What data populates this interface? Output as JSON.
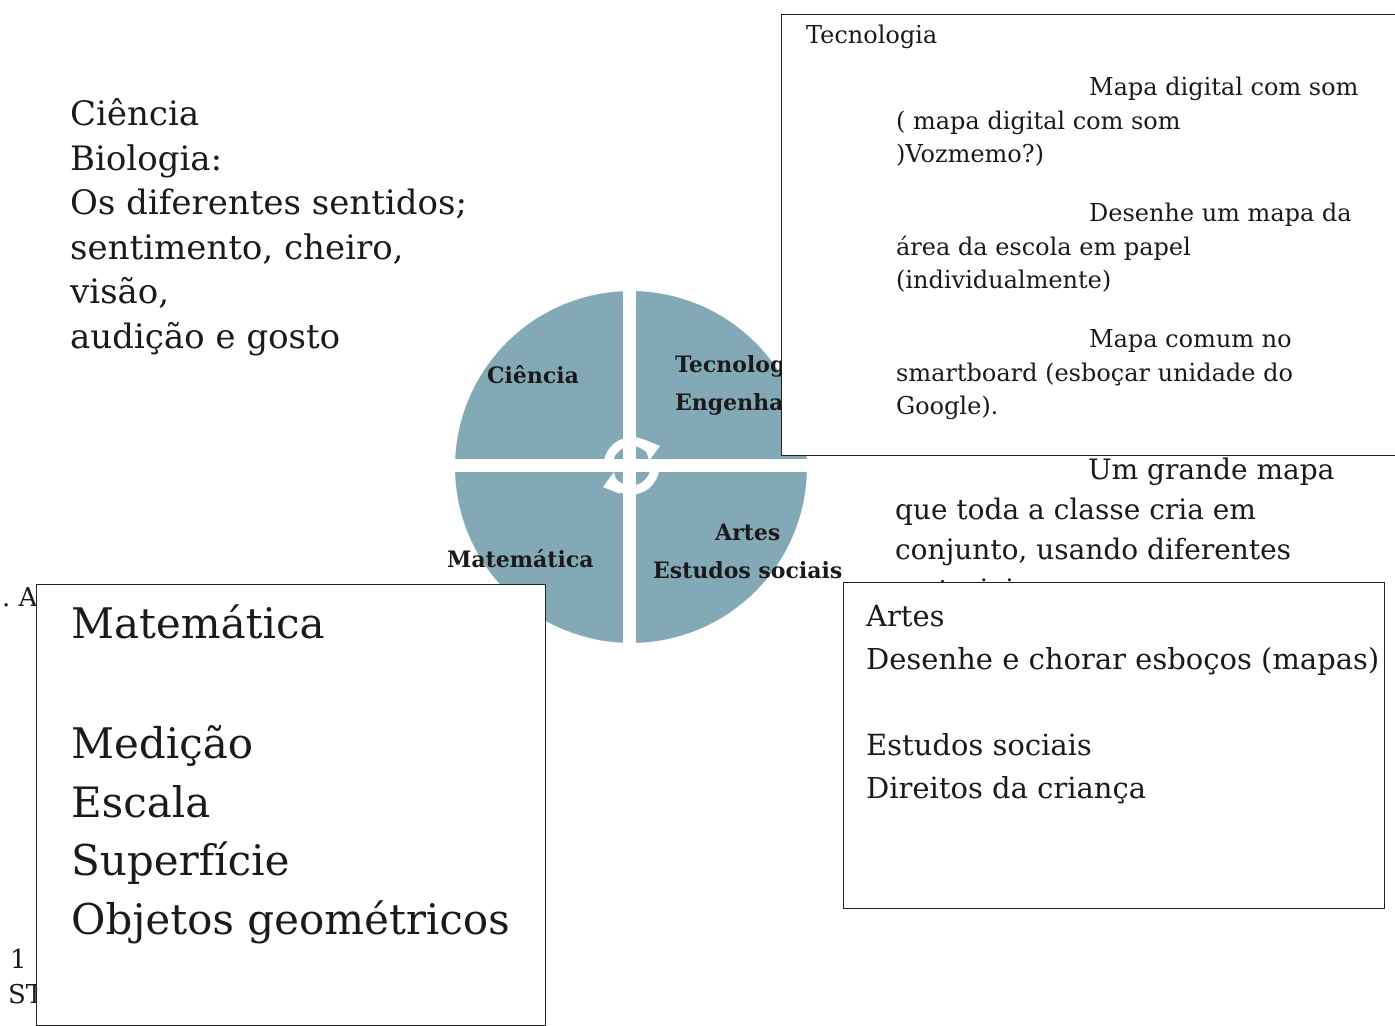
{
  "science": {
    "lines": [
      "Ciência",
      "Biologia:",
      "Os diferentes sentidos;",
      "sentimento, cheiro,",
      "visão,",
      "audição e gosto"
    ]
  },
  "technology": {
    "title": "Tecnologia",
    "item1": [
      "Mapa digital com som",
      "( mapa digital com som",
      ")Vozmemo?)"
    ],
    "item2": [
      "Desenhe um mapa da",
      "área da escola em papel",
      "(individualmente)"
    ],
    "item3": [
      "Mapa comum no",
      "smartboard (esboçar unidade do",
      "Google)."
    ],
    "overflow": [
      "Um grande mapa",
      "que toda a classe cria em",
      "conjunto, usando diferentes",
      "materiais"
    ]
  },
  "diagram": {
    "color": "#84a9b6",
    "quadrants": {
      "science": [
        "Ciência"
      ],
      "technology": [
        "Tecnologia",
        "Engenharia"
      ],
      "math": [
        "Matemática"
      ],
      "arts": [
        "Artes",
        "Estudos sociais"
      ]
    }
  },
  "math": {
    "title": "Matemática",
    "items": [
      "Medição",
      "Escala",
      "Superfície",
      "Objetos geométricos"
    ]
  },
  "arts": {
    "lines": [
      "Artes",
      "Desenhe e chorar esboços (mapas)",
      "",
      "Estudos sociais",
      "Direitos da criança"
    ]
  },
  "fragments": {
    "left_a": ". A",
    "page_num": "1",
    "st": "ST"
  }
}
